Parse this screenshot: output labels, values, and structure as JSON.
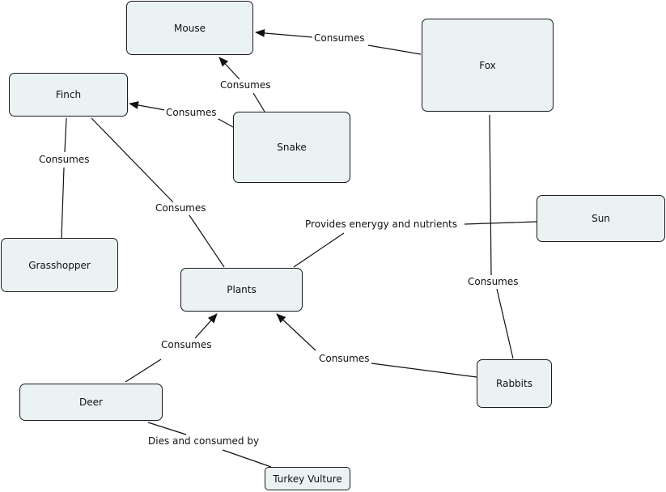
{
  "nodes": {
    "mouse": "Mouse",
    "fox": "Fox",
    "finch": "Finch",
    "snake": "Snake",
    "sun": "Sun",
    "grasshopper": "Grasshopper",
    "plants": "Plants",
    "deer": "Deer",
    "rabbits": "Rabbits",
    "turkey_vulture": "Turkey Vulture"
  },
  "links": {
    "fox_mouse": "Consumes",
    "snake_mouse": "Consumes",
    "snake_finch": "Consumes",
    "finch_grasshopper": "Consumes",
    "finch_plants": "Consumes",
    "sun_plants": "Provides enerygy and nutrients",
    "fox_rabbits": "Consumes",
    "deer_plants": "Consumes",
    "rabbits_plants": "Consumes",
    "deer_vulture": "Dies and consumed by"
  },
  "colors": {
    "node_fill": "#eaf2f4",
    "stroke": "#111111"
  }
}
